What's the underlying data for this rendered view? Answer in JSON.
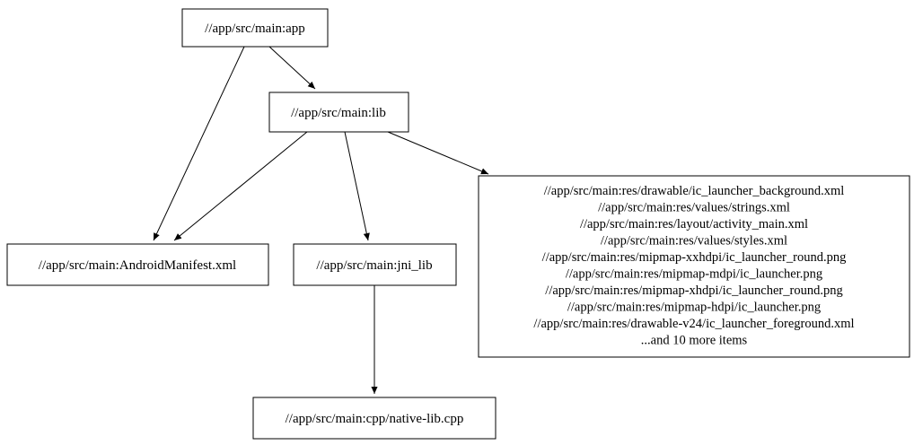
{
  "diagram": {
    "kind": "build-dependency-graph",
    "colors": {
      "background": "#ffffff",
      "node_border": "#000000",
      "node_fill": "#ffffff",
      "text": "#000000",
      "edge": "#000000"
    },
    "nodes": {
      "app": {
        "label": "//app/src/main:app"
      },
      "lib": {
        "label": "//app/src/main:lib"
      },
      "manifest": {
        "label": "//app/src/main:AndroidManifest.xml"
      },
      "jni_lib": {
        "label": "//app/src/main:jni_lib"
      },
      "res": {
        "lines": [
          "//app/src/main:res/drawable/ic_launcher_background.xml",
          "//app/src/main:res/values/strings.xml",
          "//app/src/main:res/layout/activity_main.xml",
          "//app/src/main:res/values/styles.xml",
          "//app/src/main:res/mipmap-xxhdpi/ic_launcher_round.png",
          "//app/src/main:res/mipmap-mdpi/ic_launcher.png",
          "//app/src/main:res/mipmap-xhdpi/ic_launcher_round.png",
          "//app/src/main:res/mipmap-hdpi/ic_launcher.png",
          "//app/src/main:res/drawable-v24/ic_launcher_foreground.xml",
          "...and 10 more items"
        ]
      },
      "cpp": {
        "label": "//app/src/main:cpp/native-lib.cpp"
      }
    },
    "edges": [
      {
        "from": "app",
        "to": "lib"
      },
      {
        "from": "app",
        "to": "manifest"
      },
      {
        "from": "lib",
        "to": "manifest"
      },
      {
        "from": "lib",
        "to": "jni_lib"
      },
      {
        "from": "lib",
        "to": "res"
      },
      {
        "from": "jni_lib",
        "to": "cpp"
      }
    ]
  }
}
